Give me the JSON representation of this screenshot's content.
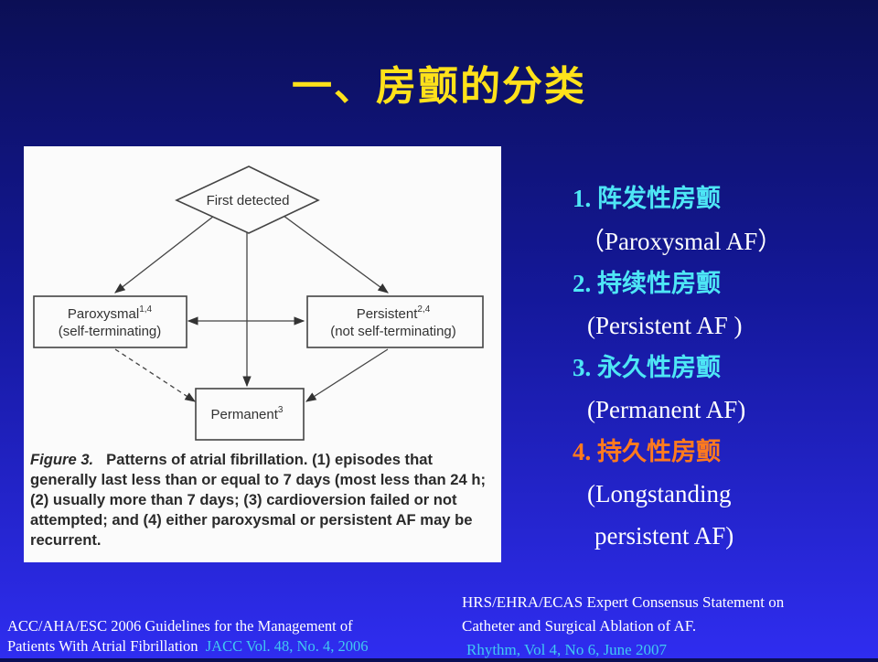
{
  "title": "一、房颤的分类",
  "colors": {
    "title": "#ffe21a",
    "cyan_item": "#4ee6f5",
    "orange_item": "#ff7a1e",
    "white": "#ffffff",
    "journal": "#41c9f0"
  },
  "diagram": {
    "nodes": {
      "first_detected": "First detected",
      "paroxysmal": {
        "label": "Paroxysmal",
        "sup": "1,4",
        "sub": "(self-terminating)"
      },
      "persistent": {
        "label": "Persistent",
        "sup": "2,4",
        "sub": "(not self-terminating)"
      },
      "permanent": {
        "label": "Permanent",
        "sup": "3"
      }
    },
    "edges": [
      {
        "from": "first_detected",
        "to": "paroxysmal",
        "style": "solid"
      },
      {
        "from": "first_detected",
        "to": "persistent",
        "style": "solid"
      },
      {
        "from": "first_detected",
        "to": "permanent",
        "style": "solid"
      },
      {
        "from": "paroxysmal",
        "to": "persistent",
        "style": "solid",
        "bidirectional": true
      },
      {
        "from": "paroxysmal",
        "to": "permanent",
        "style": "dashed"
      },
      {
        "from": "persistent",
        "to": "permanent",
        "style": "solid"
      }
    ],
    "caption_fig": "Figure 3.",
    "caption_text": "Patterns of atrial fibrillation. (1) episodes that generally last less than or equal to 7 days (most less than 24 h; (2) usually more than 7 days; (3) cardioversion failed or not attempted; and (4) either paroxysmal or persistent AF may be recurrent."
  },
  "classification": [
    {
      "num": "1.",
      "cn": "阵发性房颤",
      "en": "（Paroxysmal AF）",
      "color": "#4ee6f5"
    },
    {
      "num": "2.",
      "cn": "持续性房颤",
      "en": "(Persistent AF )",
      "color": "#4ee6f5"
    },
    {
      "num": "3.",
      "cn": "永久性房颤",
      "en": "(Permanent AF)",
      "color": "#4ee6f5"
    },
    {
      "num": "4.",
      "cn": "持久性房颤",
      "en": "(Longstanding",
      "en2": "persistent AF)",
      "color": "#ff7a1e"
    }
  ],
  "reference_left": {
    "line1": "ACC/AHA/ESC 2006 Guidelines for the Management of",
    "line2": "Patients With Atrial Fibrillation",
    "journal": "JACC Vol. 48, No. 4, 2006"
  },
  "reference_right": {
    "line1": "HRS/EHRA/ECAS Expert Consensus Statement on",
    "line2": "Catheter and Surgical Ablation of AF.",
    "journal": "Rhythm, Vol 4, No 6, June 2007"
  }
}
